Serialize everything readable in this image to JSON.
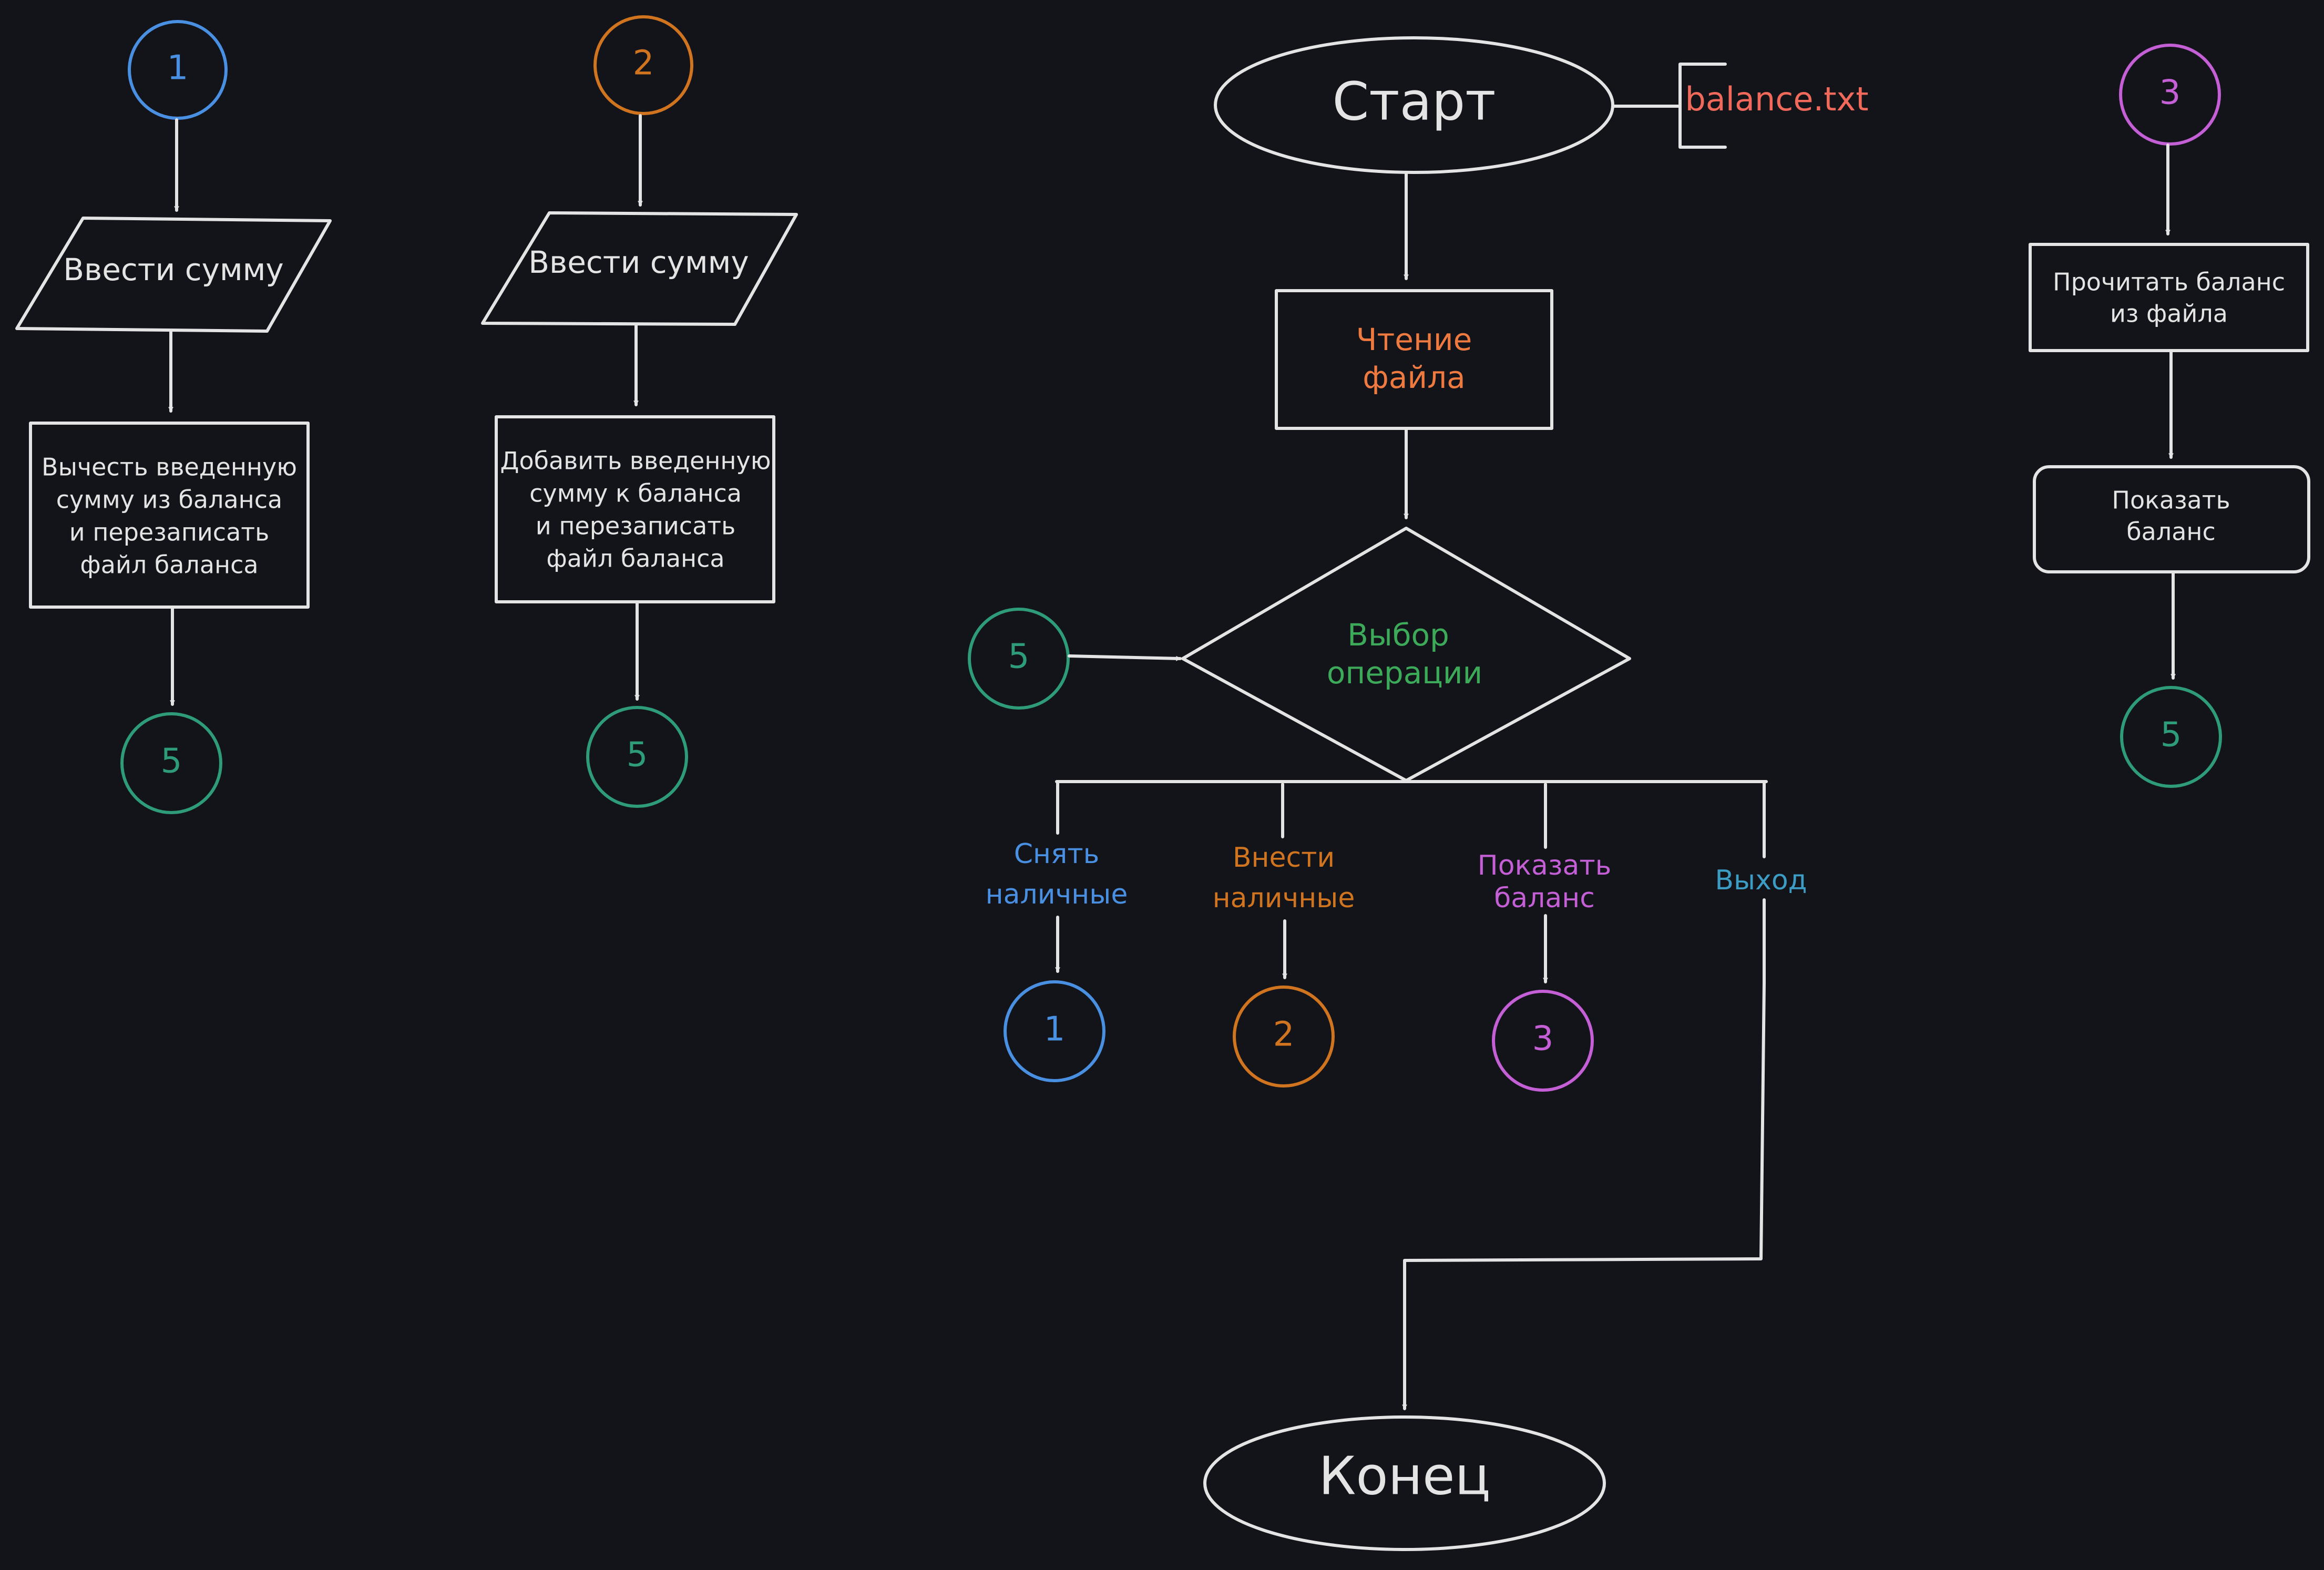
{
  "colors": {
    "background": "#121419",
    "stroke": "#e4e4e4",
    "blue": "#4a90e2",
    "orange": "#d0741f",
    "green": "#2e9c79",
    "green_text": "#3daa5a",
    "purple": "#c45fd6",
    "coral": "#f0695a",
    "teal_text": "#3c9cc4",
    "file_text": "#ef7a40"
  },
  "main": {
    "start": "Старт",
    "file": "balance.txt",
    "read_file": [
      "Чтение",
      "файла"
    ],
    "choice": [
      "Выбор",
      "операции"
    ],
    "loop_connector": "5",
    "end": "Конец",
    "branches": [
      {
        "label": [
          "Снять",
          "наличные"
        ],
        "connector": "1"
      },
      {
        "label": [
          "Внести",
          "наличные"
        ],
        "connector": "2"
      },
      {
        "label": [
          "Показать",
          "баланс"
        ],
        "connector": "3"
      },
      {
        "label": [
          "Выход"
        ]
      }
    ]
  },
  "flow1": {
    "connector": "1",
    "input": "Ввести сумму",
    "process": [
      "Вычесть введенную",
      "сумму из баланса",
      "и перезаписать",
      "файл баланса"
    ],
    "end_connector": "5"
  },
  "flow2": {
    "connector": "2",
    "input": "Ввести сумму",
    "process": [
      "Добавить введенную",
      "сумму к баланса",
      "и перезаписать",
      "файл баланса"
    ],
    "end_connector": "5"
  },
  "flow3": {
    "connector": "3",
    "read": [
      "Прочитать баланс",
      "из файла"
    ],
    "show": [
      "Показать",
      "баланс"
    ],
    "end_connector": "5"
  }
}
